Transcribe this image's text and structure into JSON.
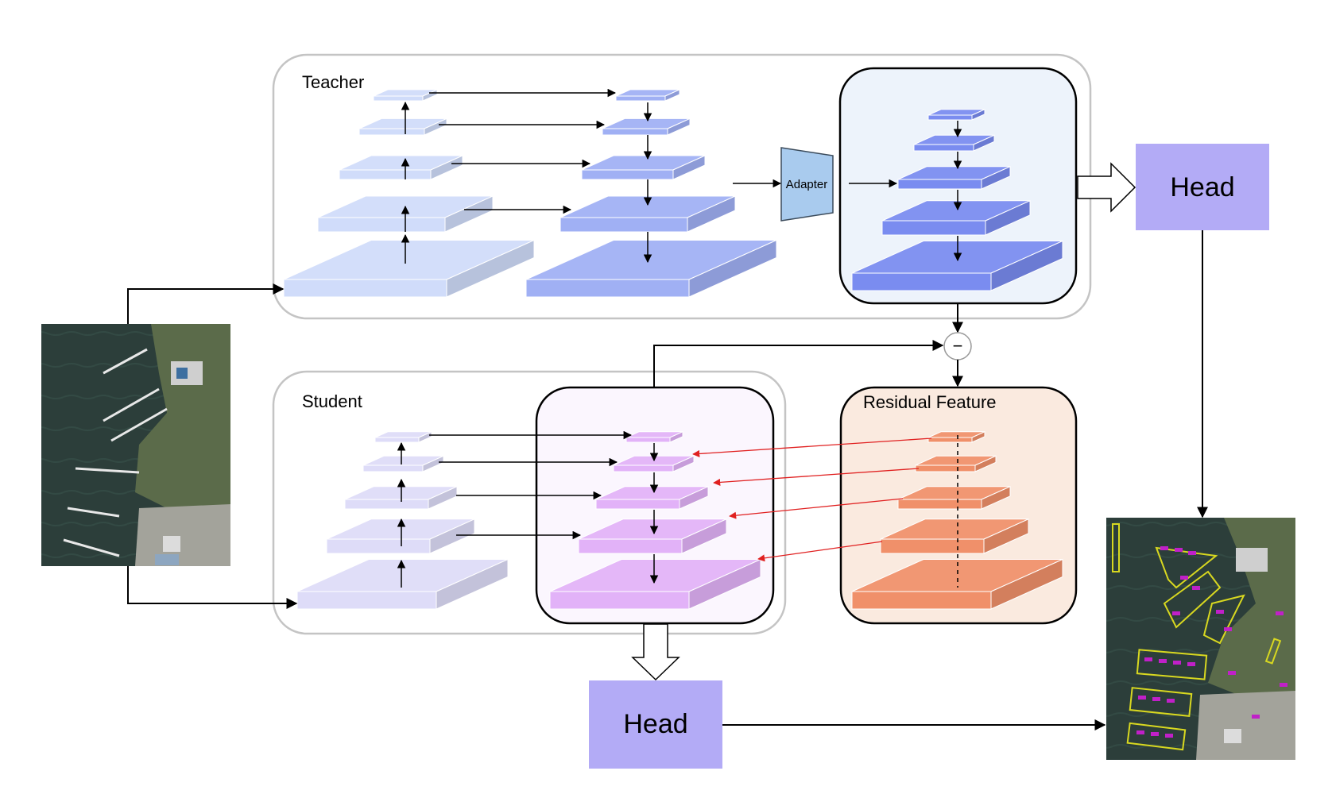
{
  "labels": {
    "teacher": "Teacher",
    "student": "Student",
    "adapter": "Adapter",
    "residual": "Residual Feature",
    "head_top": "Head",
    "head_bottom": "Head",
    "subtract": "−"
  },
  "colors": {
    "teacher_backbone": "#d0dcfa",
    "teacher_fpn": "#a0b0f4",
    "teacher_adapted": "#7a8cf0",
    "student_backbone": "#dedcf8",
    "student_fpn": "#e2b2f8",
    "residual": "#f0906a",
    "head": "#b3abf6",
    "adapter": "#a9cbee",
    "adapted_panel_bg": "#edf3fb",
    "student_panel_bg": "#fbf6fe",
    "residual_panel_bg": "#faeadf",
    "residual_arrow": "#e02020"
  },
  "images": {
    "input": "aerial-harbor-input",
    "output": "aerial-harbor-detections"
  }
}
